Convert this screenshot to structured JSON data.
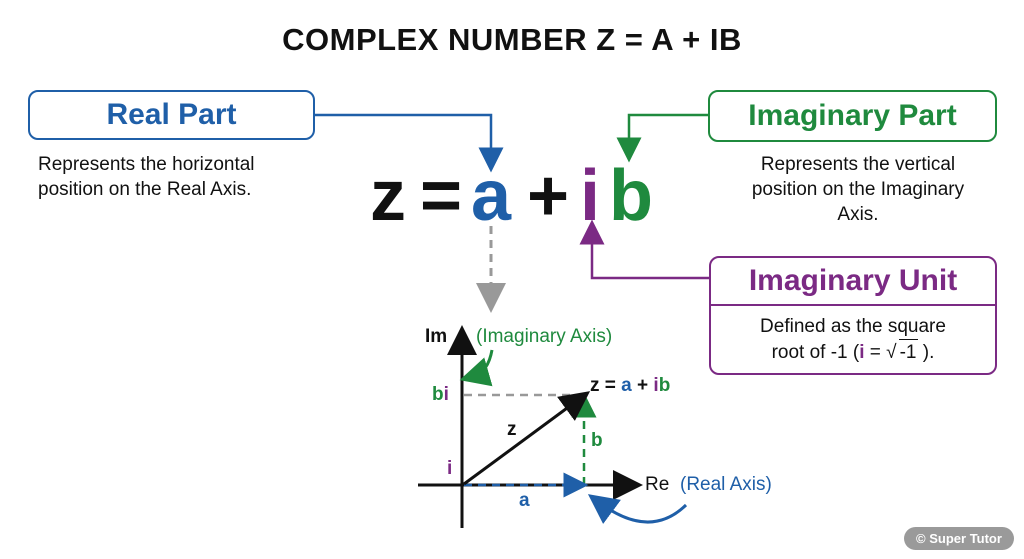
{
  "title": "COMPLEX NUMBER Z = A + IB",
  "colors": {
    "real": "#1f5fa8",
    "imag": "#1f8a3e",
    "unit": "#7b2a84",
    "text": "#111111",
    "guide": "#999999"
  },
  "real_part": {
    "heading": "Real Part",
    "description_line1": "Represents the horizontal",
    "description_line2": "position on the Real Axis."
  },
  "imaginary_part": {
    "heading": "Imaginary Part",
    "description_line1": "Represents the vertical",
    "description_line2": "position on the Imaginary",
    "description_line3": "Axis."
  },
  "imaginary_unit": {
    "heading": "Imaginary Unit",
    "description_line1": "Defined as the square",
    "description_prefix": "root of -1 (",
    "description_i": "i",
    "description_eq": " = ",
    "description_sqrt_symbol": "√",
    "description_sqrt_arg": "-1",
    "description_suffix": " )."
  },
  "equation": {
    "z": "z",
    "equals": "=",
    "a": "a",
    "plus": "+",
    "i": "i",
    "b": "b"
  },
  "plane": {
    "im_label": "Im",
    "im_axis_label": "(Imaginary Axis)",
    "re_label": "Re",
    "re_axis_label": "(Real Axis)",
    "bi_b": "b",
    "bi_i": "i",
    "i_tick": "i",
    "z_vector": "z",
    "b_component": "b",
    "a_component": "a",
    "point_z": "z =",
    "point_a": "a",
    "point_plus": "+",
    "point_i": "i",
    "point_b": "b"
  },
  "watermark": "© Super Tutor"
}
